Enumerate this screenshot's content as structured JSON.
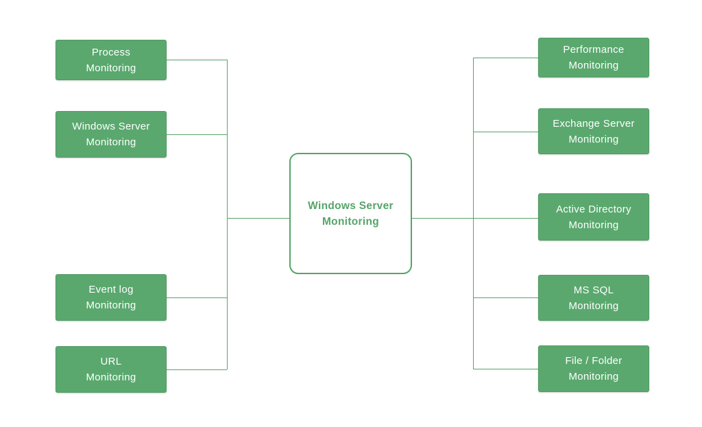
{
  "diagram": {
    "center": {
      "label": "Windows Server\nMonitoring"
    },
    "left_nodes": [
      {
        "label": "Process\nMonitoring"
      },
      {
        "label": "Windows Server\nMonitoring"
      },
      {
        "label": "Event log\nMonitoring"
      },
      {
        "label": "URL\nMonitoring"
      }
    ],
    "right_nodes": [
      {
        "label": "Performance\nMonitoring"
      },
      {
        "label": "Exchange Server\nMonitoring"
      },
      {
        "label": "Active Directory\nMonitoring"
      },
      {
        "label": "MS SQL\nMonitoring"
      },
      {
        "label": "File / Folder\nMonitoring"
      }
    ],
    "colors": {
      "node_fill": "#5aa86e",
      "node_border": "#4e9b62",
      "node_text": "#ffffff",
      "line": "#55a468",
      "center_fill": "#ffffff",
      "center_border": "#55a468",
      "center_text": "#55a468",
      "background": "#ffffff"
    }
  }
}
